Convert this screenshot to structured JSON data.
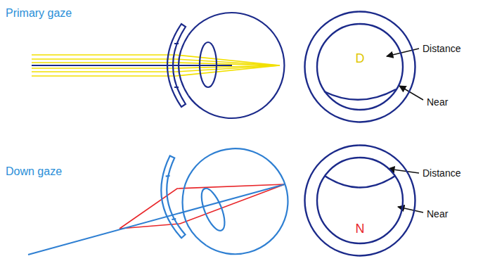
{
  "diagram": {
    "nodes": [
      {
        "text": [
          "D"
        ]
      },
      {
        "text": [
          "N"
        ]
      }
    ],
    "labels": [
      "Primary gaze",
      "Distance",
      "Near",
      "Down gaze",
      "Distance",
      "Near"
    ]
  }
}
